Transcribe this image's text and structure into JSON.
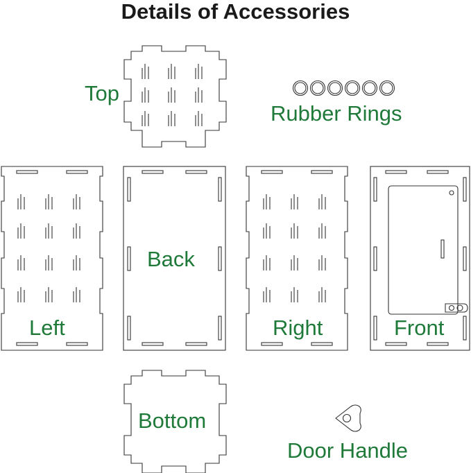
{
  "title": "Details of Accessories",
  "labels": {
    "top": "Top",
    "rubber_rings": "Rubber Rings",
    "left": "Left",
    "back": "Back",
    "right": "Right",
    "front": "Front",
    "bottom": "Bottom",
    "door_handle": "Door Handle"
  },
  "colors": {
    "title": "#1a1a1a",
    "label": "#1f7a3a",
    "outline": "#333333"
  },
  "rubber_ring_count": 6
}
